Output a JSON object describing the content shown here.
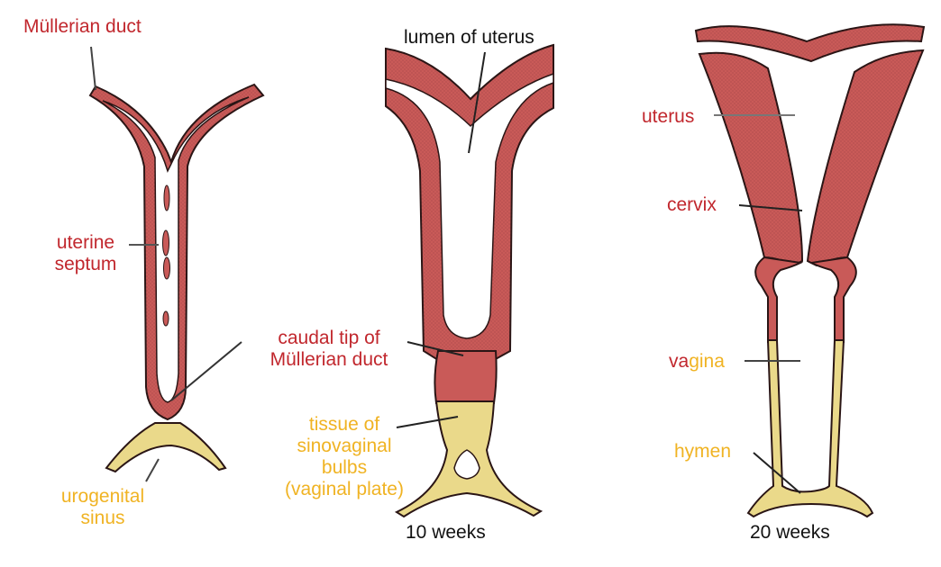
{
  "colors": {
    "red_tissue": "#c95a58",
    "red_label": "#c1272d",
    "yellow_tissue": "#ead98a",
    "yellow_label": "#f0b323",
    "outline": "#2a1515",
    "text_black": "#111111"
  },
  "panel1": {
    "mullerian_duct": "Müllerian duct",
    "uterine_septum_line1": "uterine",
    "uterine_septum_line2": "septum",
    "urogenital_sinus_line1": "urogenital",
    "urogenital_sinus_line2": "sinus"
  },
  "panel2": {
    "lumen_of_uterus": "lumen of uterus",
    "caudal_tip_line1": "caudal tip of",
    "caudal_tip_line2": "Müllerian duct",
    "tissue_line1": "tissue of",
    "tissue_line2": "sinovaginal",
    "tissue_line3": "bulbs",
    "tissue_line4": "(vaginal plate)",
    "caption": "10 weeks"
  },
  "panel3": {
    "uterus": "uterus",
    "cervix": "cervix",
    "vagina_red_part": "va",
    "vagina_yellow_part": "gina",
    "hymen": "hymen",
    "caption": "20 weeks"
  }
}
